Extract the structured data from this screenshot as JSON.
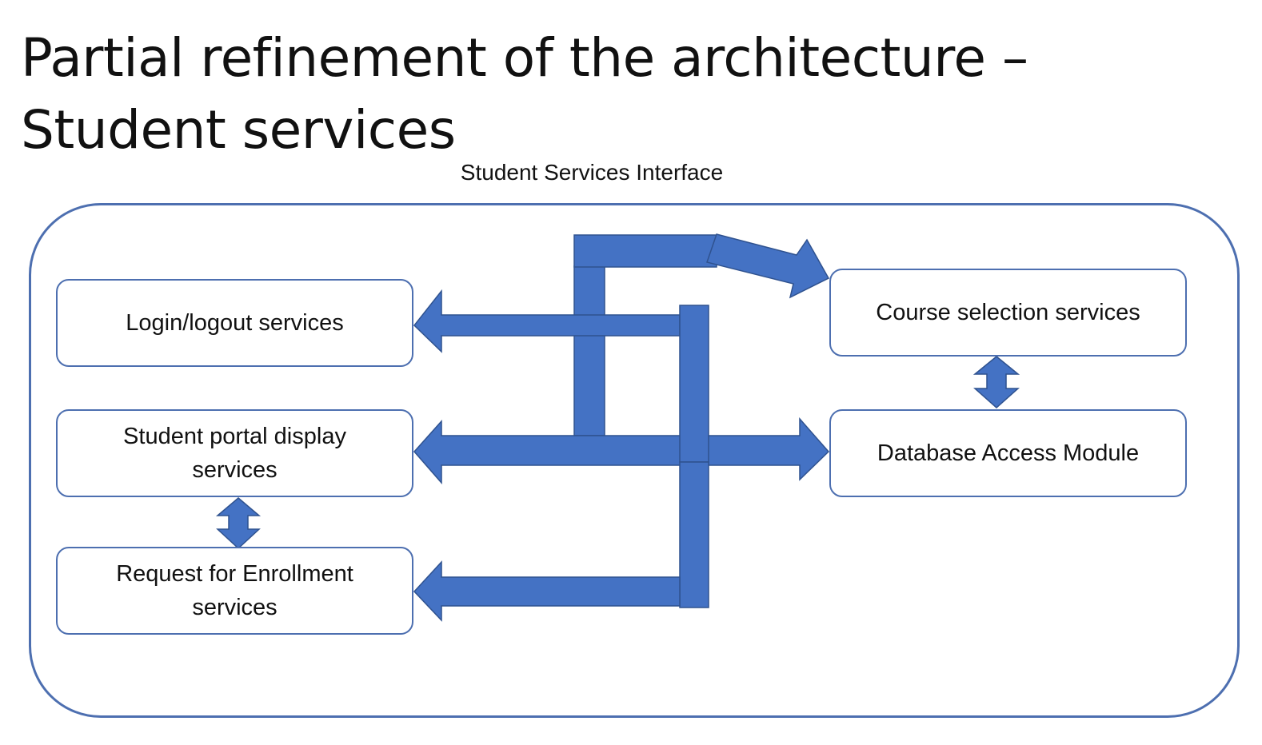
{
  "slide": {
    "title": "Partial refinement of the architecture – Student services"
  },
  "diagram": {
    "frame_label": "Student Services Interface",
    "modules": {
      "login": "Login/logout services",
      "portal": "Student portal display\nservices",
      "enrollment": "Request for Enrollment\nservices",
      "course": "Course selection services",
      "database": "Database Access Module"
    },
    "colors": {
      "arrow": "#4472c4",
      "border": "#4d6fb0",
      "text": "#111111"
    }
  }
}
